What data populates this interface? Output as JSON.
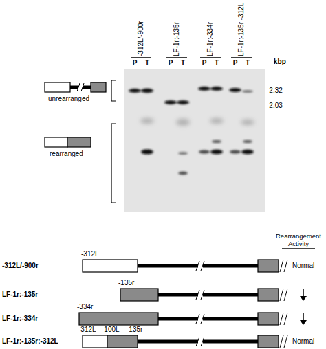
{
  "diagram": {
    "labels": [
      "-312L/-900r",
      "LF-1r:-135r",
      "LF-1r:-334r",
      "LF-1r:-135r:-312L",
      "P",
      "T",
      "P",
      "T",
      "P",
      "T",
      "P",
      "T",
      "kbp",
      "unrearranged",
      "-2.32",
      "-2.03",
      "rearranged",
      "Rearrangement Activity",
      "-312L",
      "-312L/-900r",
      "Normal",
      "-135r",
      "LF-1r:-135r",
      "-334r",
      "LF-1r:-334r",
      "-312L",
      "-100L",
      "-135r",
      "LF-1r:-135r:-312L",
      "Normal"
    ]
  }
}
